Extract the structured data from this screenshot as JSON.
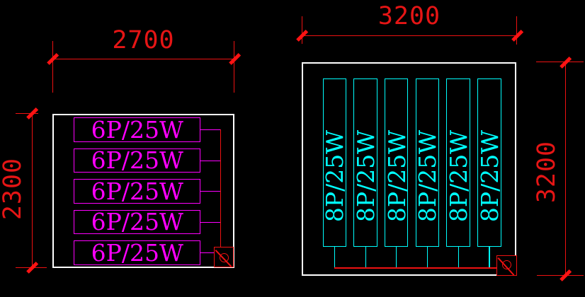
{
  "drawing": {
    "title": "lighting-fixture-panel-layouts",
    "colors": {
      "background": "#000000",
      "panel_outline": "#ffffff",
      "dimension_red": "#ee1111",
      "fixture_magenta": "#ff00ff",
      "fixture_cyan": "#00ffff"
    },
    "left_panel": {
      "width_dim": "2700",
      "height_dim": "2300",
      "fixtures": [
        {
          "label": "6P/25W"
        },
        {
          "label": "6P/25W"
        },
        {
          "label": "6P/25W"
        },
        {
          "label": "6P/25W"
        },
        {
          "label": "6P/25W"
        }
      ],
      "device_symbol": "circle-slash"
    },
    "right_panel": {
      "width_dim": "3200",
      "height_dim": "3200",
      "fixtures": [
        {
          "label": "8P/25W"
        },
        {
          "label": "8P/25W"
        },
        {
          "label": "8P/25W"
        },
        {
          "label": "8P/25W"
        },
        {
          "label": "8P/25W"
        },
        {
          "label": "8P/25W"
        }
      ],
      "device_symbol": "circle-slash"
    }
  }
}
